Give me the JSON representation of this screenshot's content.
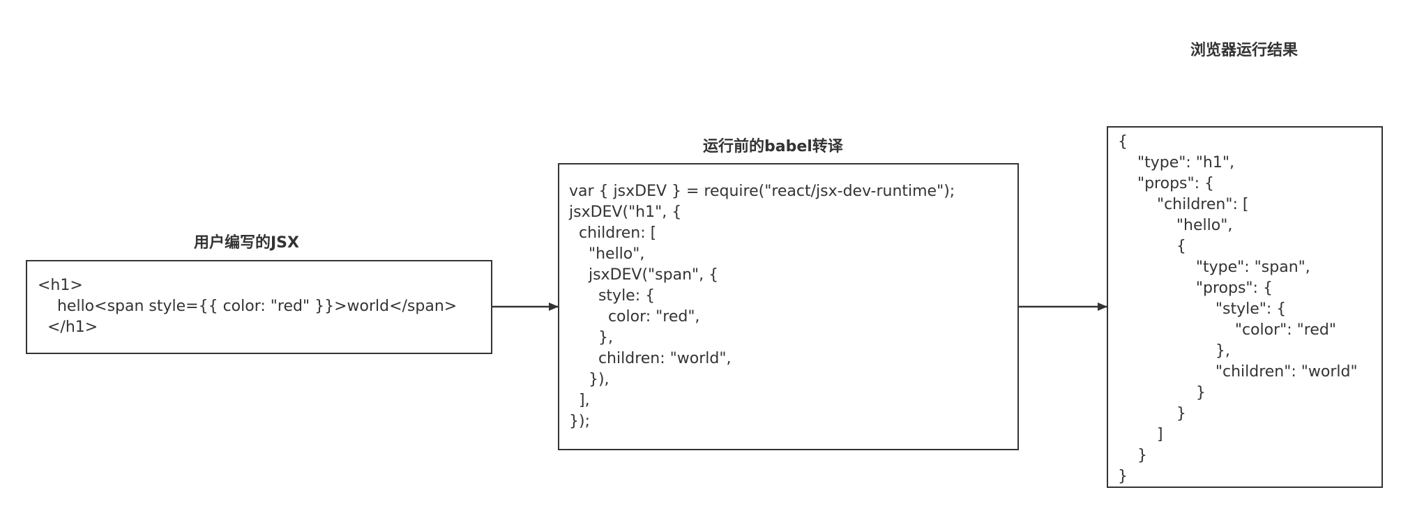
{
  "diagram": {
    "nodes": {
      "jsx": {
        "title": "用户编写的JSX",
        "code": "<h1>\n    hello<span style={{ color: \"red\" }}>world</span>\n  </h1>"
      },
      "babel": {
        "title": "运行前的babel转译",
        "code": "var { jsxDEV } = require(\"react/jsx-dev-runtime\");\njsxDEV(\"h1\", {\n  children: [\n    \"hello\",\n    jsxDEV(\"span\", {\n      style: {\n        color: \"red\",\n      },\n      children: \"world\",\n    }),\n  ],\n});"
      },
      "result": {
        "title": "浏览器运行结果",
        "code": "{\n    \"type\": \"h1\",\n    \"props\": {\n        \"children\": [\n            \"hello\",\n            {\n                \"type\": \"span\",\n                \"props\": {\n                    \"style\": {\n                        \"color\": \"red\"\n                    },\n                    \"children\": \"world\"\n                }\n            }\n        ]\n    }\n}"
      }
    },
    "edges": [
      {
        "from": "jsx",
        "to": "babel"
      },
      {
        "from": "babel",
        "to": "result"
      }
    ],
    "colors": {
      "stroke": "#333333",
      "text": "#333333",
      "background": "#ffffff"
    }
  }
}
